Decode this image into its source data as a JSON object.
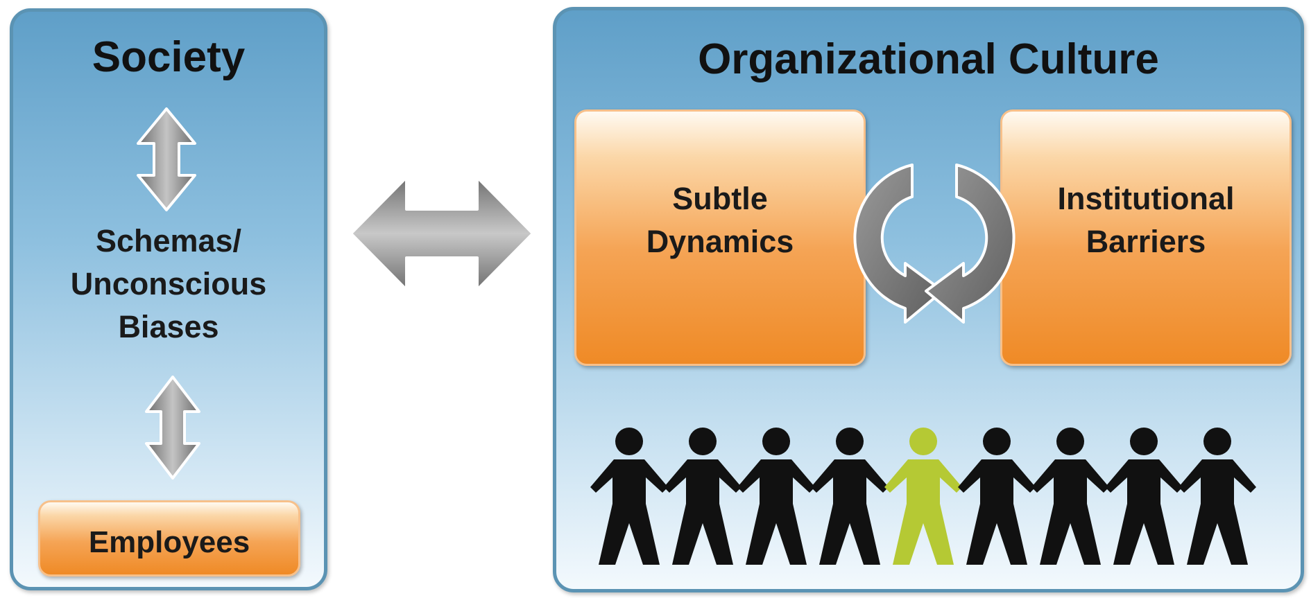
{
  "society": {
    "title": "Society",
    "schemas_line1": "Schemas/",
    "schemas_line2": "Unconscious",
    "schemas_line3": "Biases",
    "employees": "Employees"
  },
  "culture": {
    "title": "Organizational Culture",
    "subtle_line1": "Subtle",
    "subtle_line2": "Dynamics",
    "institutional_line1": "Institutional",
    "institutional_line2": "Barriers"
  },
  "colors": {
    "panel_border": "#5b93b3",
    "orange": "#ef8a26",
    "arrow_gray": "#8a8a8a",
    "people_black": "#111111",
    "person_highlight": "#b5c934"
  },
  "icons": {
    "vertical_arrow": "double-headed-vertical-arrow-icon",
    "horizontal_arrow": "double-headed-horizontal-arrow-icon",
    "cycle": "circular-cycle-arrows-icon",
    "people": "paper-doll-chain-people-icon"
  },
  "people": {
    "count": 9,
    "highlighted_index": 4
  }
}
